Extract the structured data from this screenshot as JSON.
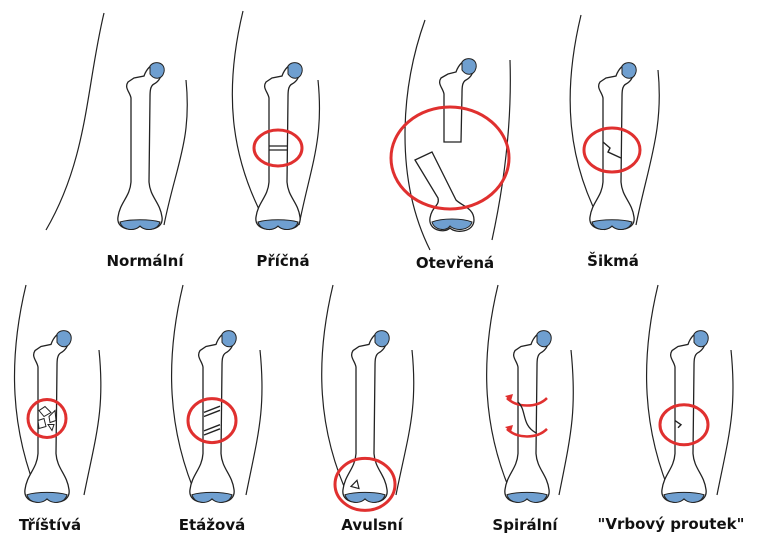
{
  "colors": {
    "bone_fill": "#ffffff",
    "outline": "#222222",
    "cartilage": "#6f9fd0",
    "fracture_marker": "#e0302f"
  },
  "panels": [
    {
      "id": "normal",
      "label": "Normální",
      "fracture_type": "normal"
    },
    {
      "id": "transverse",
      "label": "Příčná",
      "fracture_type": "transverse"
    },
    {
      "id": "open",
      "label": "Otevřená",
      "fracture_type": "open"
    },
    {
      "id": "oblique",
      "label": "Šikmá",
      "fracture_type": "oblique"
    },
    {
      "id": "comminuted",
      "label": "Tříštívá",
      "fracture_type": "comminuted"
    },
    {
      "id": "segmental",
      "label": "Etážová",
      "fracture_type": "segmental"
    },
    {
      "id": "avulsion",
      "label": "Avulsní",
      "fracture_type": "avulsion"
    },
    {
      "id": "spiral",
      "label": "Spirální",
      "fracture_type": "spiral"
    },
    {
      "id": "greenstick",
      "label": "\"Vrbový proutek\"",
      "fracture_type": "greenstick"
    }
  ]
}
